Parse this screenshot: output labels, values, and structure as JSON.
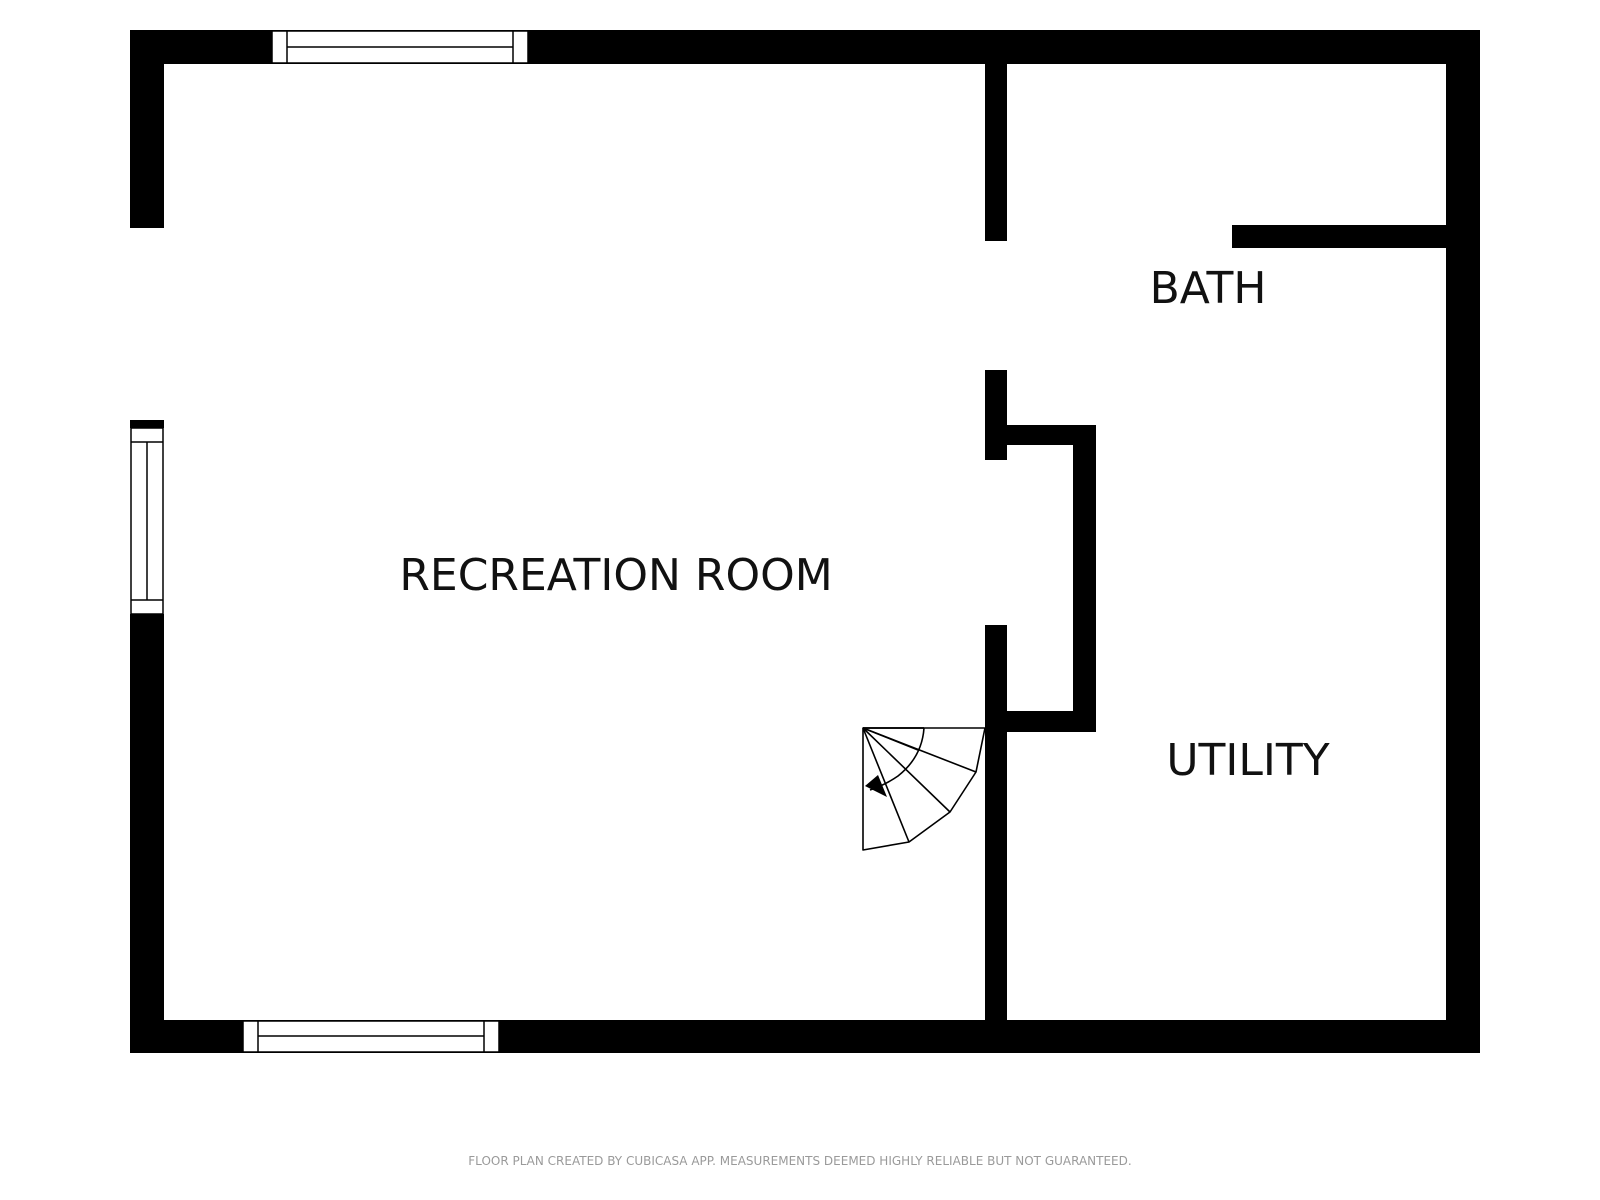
{
  "rooms": {
    "recreation": "RECREATION ROOM",
    "bath": "BATH",
    "utility": "UTILITY"
  },
  "footer": "FLOOR PLAN CREATED BY CUBICASA APP. MEASUREMENTS DEEMED HIGHLY RELIABLE BUT NOT GUARANTEED.",
  "colors": {
    "wall": "#000000",
    "background": "#ffffff",
    "footer_text": "#9a9a9a"
  },
  "icons": {
    "stairs": "spiral-stairs-icon",
    "stair_direction": "triangle-arrow-icon"
  }
}
